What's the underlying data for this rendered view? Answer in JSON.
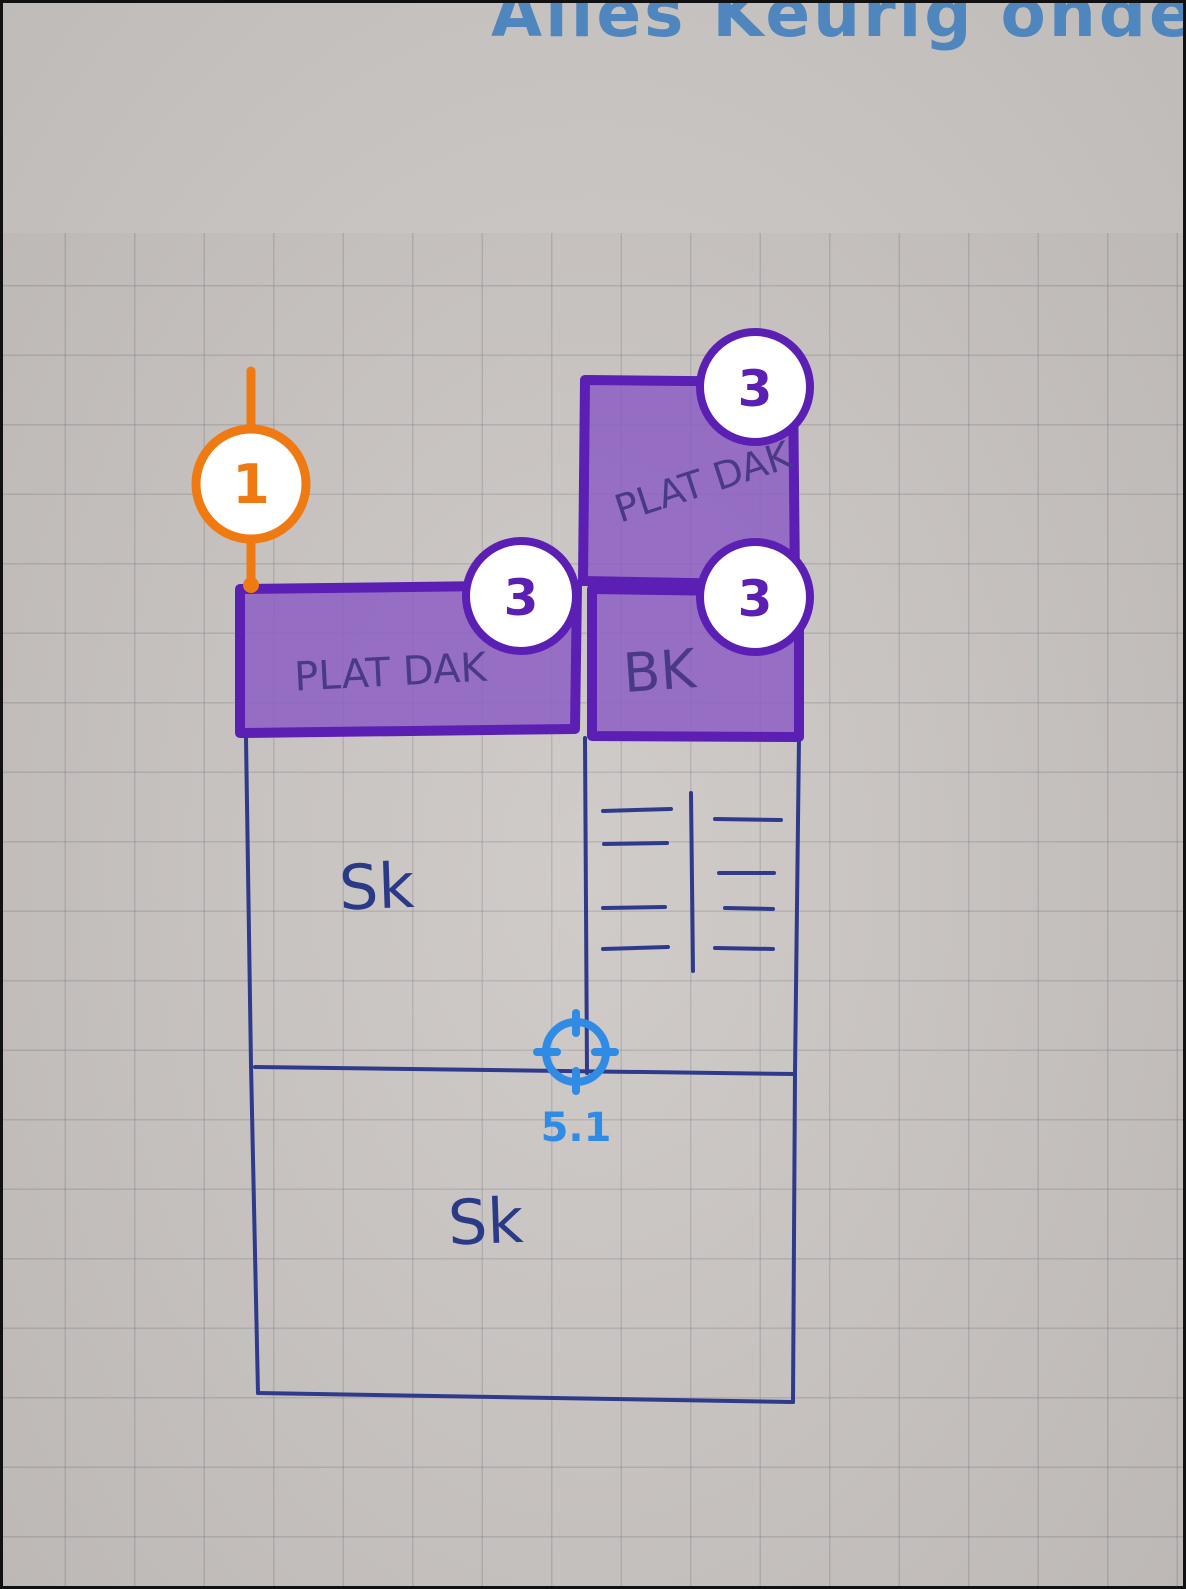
{
  "header": {
    "text": "Alles Keurig onder"
  },
  "sketch": {
    "room_upper_left": "Sk",
    "room_lower": "Sk",
    "flat_roof_left": "PLAT DAK",
    "flat_roof_right": "PLAT DAK",
    "roof_bk": "BK"
  },
  "markers": {
    "measure_1": "1",
    "roof_left": "3",
    "roof_top_right": "3",
    "roof_bk": "3",
    "position_point": "5.1"
  },
  "colors": {
    "roof_fill": "#8a5bc4",
    "roof_stroke": "#5b1fb3",
    "measure": "#f07a12",
    "position": "#2f8be3",
    "ink": "#2b3a86"
  }
}
